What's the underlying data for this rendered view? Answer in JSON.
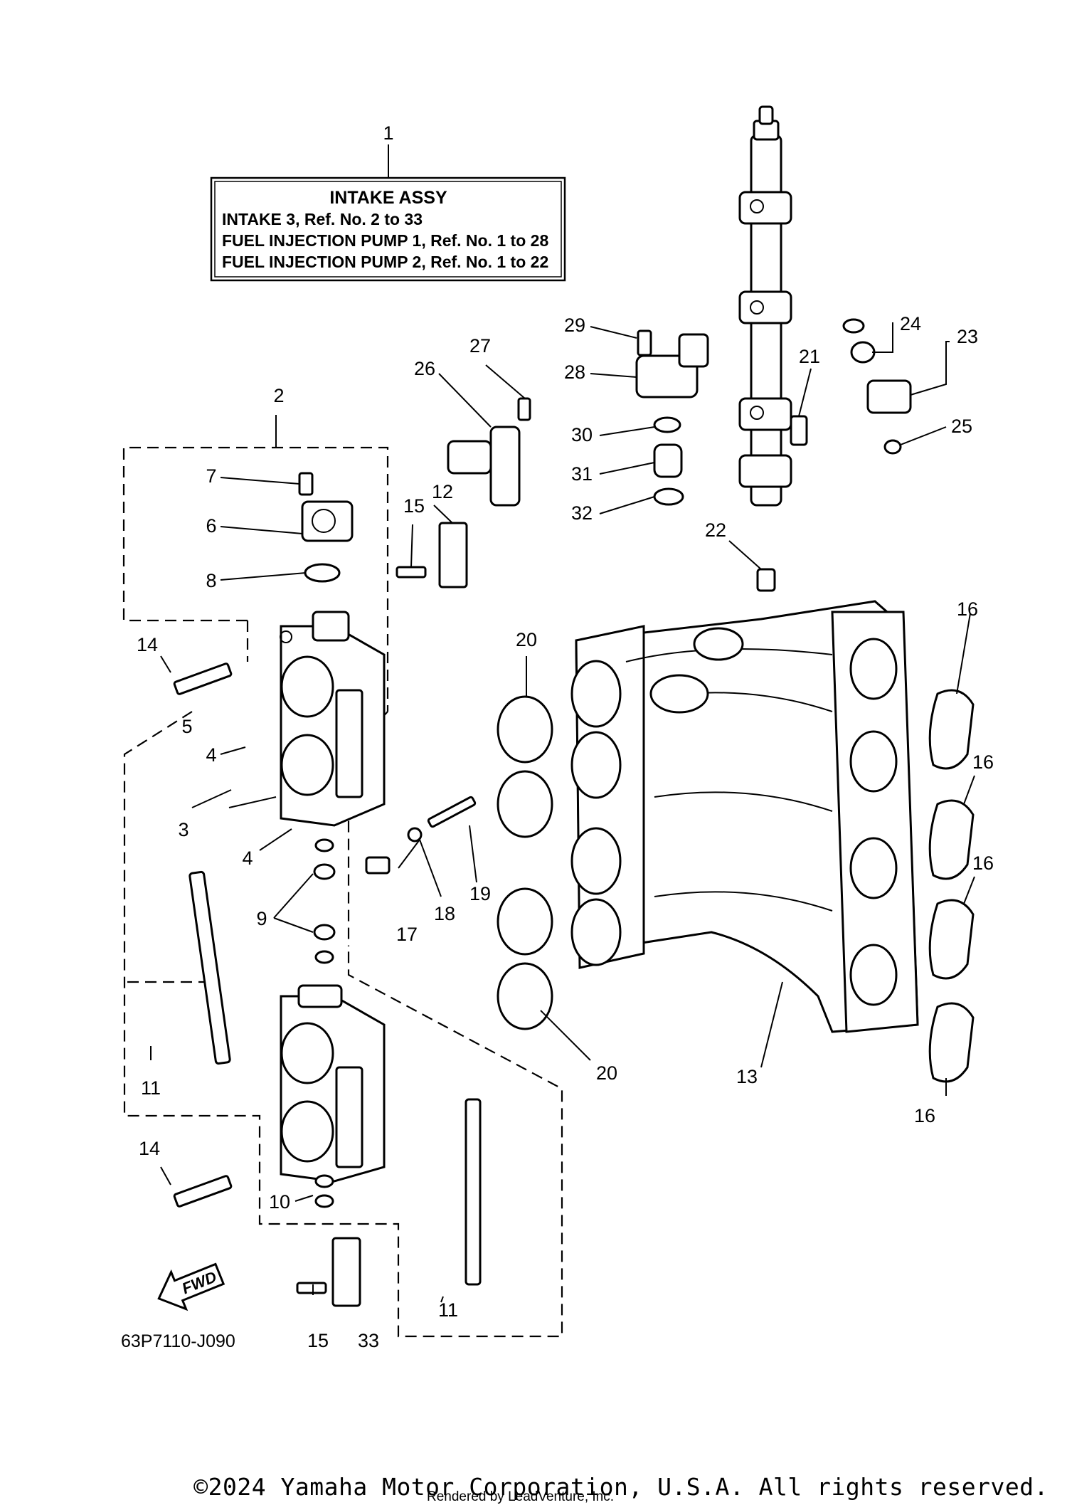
{
  "label_box": {
    "ref": "1",
    "title": "INTAKE ASSY",
    "lines": [
      "INTAKE 3,  Ref. No. 2 to 33",
      "FUEL INJECTION PUMP 1,  Ref. No. 1 to 28",
      "FUEL INJECTION PUMP 2,  Ref. No. 1 to 22"
    ]
  },
  "callouts": [
    {
      "id": "c2",
      "text": "2"
    },
    {
      "id": "c3",
      "text": "3"
    },
    {
      "id": "c4a",
      "text": "4"
    },
    {
      "id": "c4b",
      "text": "4"
    },
    {
      "id": "c5",
      "text": "5"
    },
    {
      "id": "c6",
      "text": "6"
    },
    {
      "id": "c7",
      "text": "7"
    },
    {
      "id": "c8",
      "text": "8"
    },
    {
      "id": "c9",
      "text": "9"
    },
    {
      "id": "c10",
      "text": "10"
    },
    {
      "id": "c11a",
      "text": "11"
    },
    {
      "id": "c11b",
      "text": "11"
    },
    {
      "id": "c12",
      "text": "12"
    },
    {
      "id": "c13",
      "text": "13"
    },
    {
      "id": "c14a",
      "text": "14"
    },
    {
      "id": "c14b",
      "text": "14"
    },
    {
      "id": "c15a",
      "text": "15"
    },
    {
      "id": "c15b",
      "text": "15"
    },
    {
      "id": "c16a",
      "text": "16"
    },
    {
      "id": "c16b",
      "text": "16"
    },
    {
      "id": "c16c",
      "text": "16"
    },
    {
      "id": "c16d",
      "text": "16"
    },
    {
      "id": "c17",
      "text": "17"
    },
    {
      "id": "c18",
      "text": "18"
    },
    {
      "id": "c19",
      "text": "19"
    },
    {
      "id": "c20a",
      "text": "20"
    },
    {
      "id": "c20b",
      "text": "20"
    },
    {
      "id": "c21",
      "text": "21"
    },
    {
      "id": "c22",
      "text": "22"
    },
    {
      "id": "c23",
      "text": "23"
    },
    {
      "id": "c24",
      "text": "24"
    },
    {
      "id": "c25",
      "text": "25"
    },
    {
      "id": "c26",
      "text": "26"
    },
    {
      "id": "c27",
      "text": "27"
    },
    {
      "id": "c28",
      "text": "28"
    },
    {
      "id": "c29",
      "text": "29"
    },
    {
      "id": "c30",
      "text": "30"
    },
    {
      "id": "c31",
      "text": "31"
    },
    {
      "id": "c32",
      "text": "32"
    },
    {
      "id": "c33",
      "text": "33"
    }
  ],
  "fwd_label": "FWD",
  "diagram_code": "63P7110-J090",
  "copyright": "©2024 Yamaha Motor Corporation, U.S.A. All rights reserved.",
  "rendered_by": "Rendered by LeadVenture, Inc."
}
